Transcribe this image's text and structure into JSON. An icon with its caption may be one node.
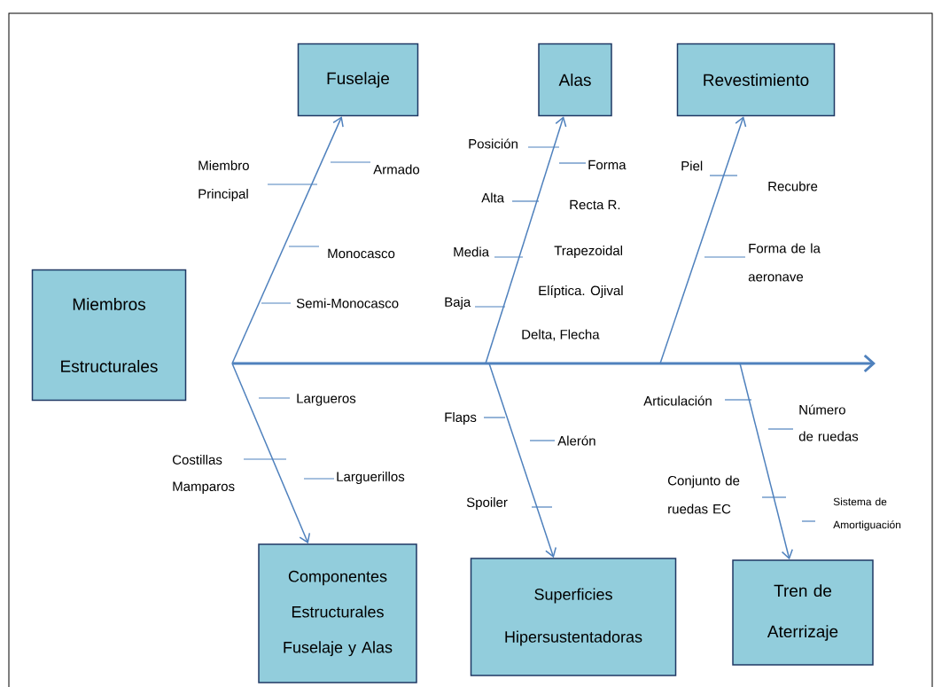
{
  "diagram": {
    "nodes": [
      {
        "text": [
          "Miembros Estructurales"
        ]
      },
      {
        "text": [
          "Fuselaje"
        ]
      },
      {
        "text": [
          "Alas"
        ]
      },
      {
        "text": [
          "Revestimiento"
        ]
      },
      {
        "text": [
          "Componentes Estructurales Fuselaje y Alas"
        ]
      },
      {
        "text": [
          "Superficies Hipersustentadoras"
        ]
      },
      {
        "text": [
          "Tren de Aterrizaje"
        ]
      }
    ],
    "edges": [
      {
        "from": null,
        "to": 1,
        "arrow": "to"
      },
      {
        "from": null,
        "to": 2,
        "arrow": "to"
      },
      {
        "from": null,
        "to": 3,
        "arrow": "to"
      },
      {
        "from": null,
        "to": 4,
        "arrow": "to"
      },
      {
        "from": null,
        "to": 5,
        "arrow": "to"
      },
      {
        "from": null,
        "to": 6,
        "arrow": "to"
      }
    ],
    "labels": [
      "Miembro Principal",
      "Armado",
      "Posición",
      "Forma",
      "Piel",
      "Recubre",
      "Alta",
      "Recta R.",
      "Monocasco",
      "Media",
      "Trapezoidal",
      "Forma de la aeronave",
      "Semi-Monocasco",
      "Baja",
      "Elíptica. Ojival",
      "Delta, Flecha",
      "Largueros",
      "Flaps",
      "Articulación",
      "Número de ruedas",
      "Alerón",
      "Costillas Mamparos",
      "Larguerillos",
      "Spoiler",
      "Conjunto de ruedas EC",
      "Sistema de Amortiguación"
    ]
  }
}
